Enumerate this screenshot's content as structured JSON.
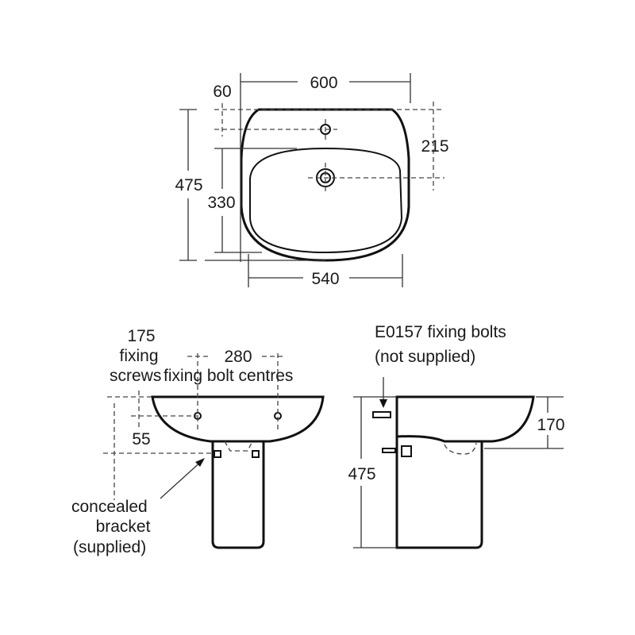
{
  "plan_view": {
    "width_label": "600",
    "tap_offset_label": "60",
    "depth_label": "475",
    "bowl_depth_label": "330",
    "waste_offset_label": "215",
    "bowl_width_label": "540"
  },
  "front_view": {
    "screw_label_line1": "175",
    "screw_label_line2": "fixing",
    "screw_label_line3": "screws",
    "bolt_centres_value": "280",
    "bolt_centres_label": "fixing bolt centres",
    "height_offset_label": "55",
    "bracket_label_line1": "concealed",
    "bracket_label_line2": "bracket",
    "bracket_label_line3": "(supplied)"
  },
  "side_view": {
    "bolts_label_line1": "E0157 fixing bolts",
    "bolts_label_line2": "(not supplied)",
    "height_label": "475",
    "bowl_height_label": "170"
  }
}
